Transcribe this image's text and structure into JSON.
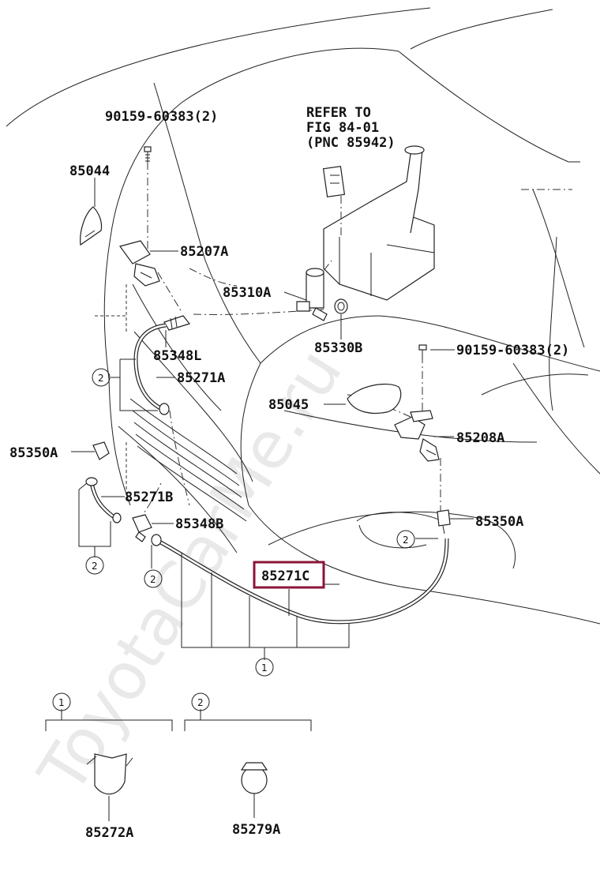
{
  "watermark": "ToyotaCarMe.ru",
  "refer_note": {
    "line1": "REFER TO",
    "line2": "FIG 84-01",
    "line3": "(PNC 85942)"
  },
  "labels": {
    "bolt_top_left": "90159-60383(2)",
    "p85044": "85044",
    "p85207A": "85207A",
    "p85310A": "85310A",
    "p85348L": "85348L",
    "p85271A": "85271A",
    "p85330B": "85330B",
    "bolt_right": "90159-60383(2)",
    "p85045": "85045",
    "p85208A": "85208A",
    "p85350A_left": "85350A",
    "p85271B": "85271B",
    "p85348B": "85348B",
    "p85350A_right": "85350A",
    "p85271C": "85271C",
    "p85272A": "85272A",
    "p85279A": "85279A"
  },
  "callouts": {
    "c2_left_upper": "2",
    "c2_left_lower": "2",
    "c2_mid": "2",
    "c2_right": "2",
    "c1_bottom": "1",
    "legend1": "1",
    "legend2": "2"
  },
  "highlight_color": "#8b1538"
}
